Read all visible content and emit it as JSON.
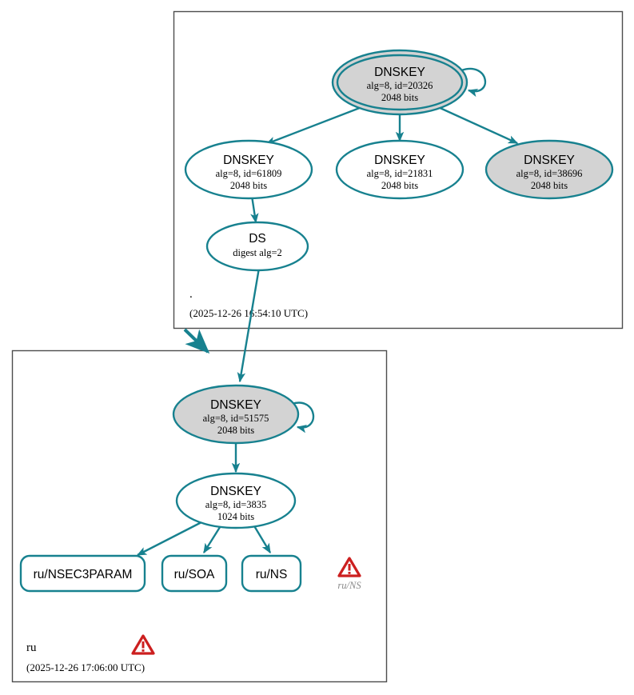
{
  "diagram": {
    "title": "DNSSEC authentication chain",
    "colors": {
      "edge": "#17818f",
      "node_stroke": "#17818f",
      "secure_fill": "#d3d3d3",
      "plain_fill": "#ffffff",
      "cluster_border": "#4d4d4d",
      "warning_red": "#cc1f1f",
      "warning_label": "#8a8a8a",
      "text": "#000000"
    },
    "zones": [
      {
        "id": "zone-root",
        "name": ".",
        "timestamp": "(2025-12-26 16:54:10 UTC)",
        "warning": false,
        "nodes": [
          {
            "id": "root-ksk",
            "kind": "dnskey",
            "shape": "doubleellipse",
            "fill": "secure",
            "self_signed": true,
            "line1": "DNSKEY",
            "line2": "alg=8, id=20326",
            "line3": "2048 bits"
          },
          {
            "id": "root-zsk-61809",
            "kind": "dnskey",
            "shape": "ellipse",
            "fill": "plain",
            "self_signed": false,
            "line1": "DNSKEY",
            "line2": "alg=8, id=61809",
            "line3": "2048 bits"
          },
          {
            "id": "root-zsk-21831",
            "kind": "dnskey",
            "shape": "ellipse",
            "fill": "plain",
            "self_signed": false,
            "line1": "DNSKEY",
            "line2": "alg=8, id=21831",
            "line3": "2048 bits"
          },
          {
            "id": "root-zsk-38696",
            "kind": "dnskey",
            "shape": "ellipse",
            "fill": "secure",
            "self_signed": false,
            "line1": "DNSKEY",
            "line2": "alg=8, id=38696",
            "line3": "2048 bits"
          },
          {
            "id": "root-ds",
            "kind": "ds",
            "shape": "ellipse",
            "fill": "plain",
            "self_signed": false,
            "line1": "DS",
            "line2": "digest alg=2",
            "line3": ""
          }
        ]
      },
      {
        "id": "zone-ru",
        "name": "ru",
        "timestamp": "(2025-12-26 17:06:00 UTC)",
        "warning": true,
        "nodes": [
          {
            "id": "ru-ksk",
            "kind": "dnskey",
            "shape": "ellipse",
            "fill": "secure",
            "self_signed": true,
            "line1": "DNSKEY",
            "line2": "alg=8, id=51575",
            "line3": "2048 bits"
          },
          {
            "id": "ru-zsk",
            "kind": "dnskey",
            "shape": "ellipse",
            "fill": "plain",
            "self_signed": false,
            "line1": "DNSKEY",
            "line2": "alg=8, id=3835",
            "line3": "1024 bits"
          }
        ],
        "rrsets": [
          {
            "id": "rrset-nsec3param",
            "label": "ru/NSEC3PARAM"
          },
          {
            "id": "rrset-soa",
            "label": "ru/SOA"
          },
          {
            "id": "rrset-ns",
            "label": "ru/NS"
          }
        ],
        "alerts": [
          {
            "id": "alert-ru-ns",
            "icon": "warning-triangle-icon",
            "label": "ru/NS"
          }
        ]
      }
    ]
  }
}
